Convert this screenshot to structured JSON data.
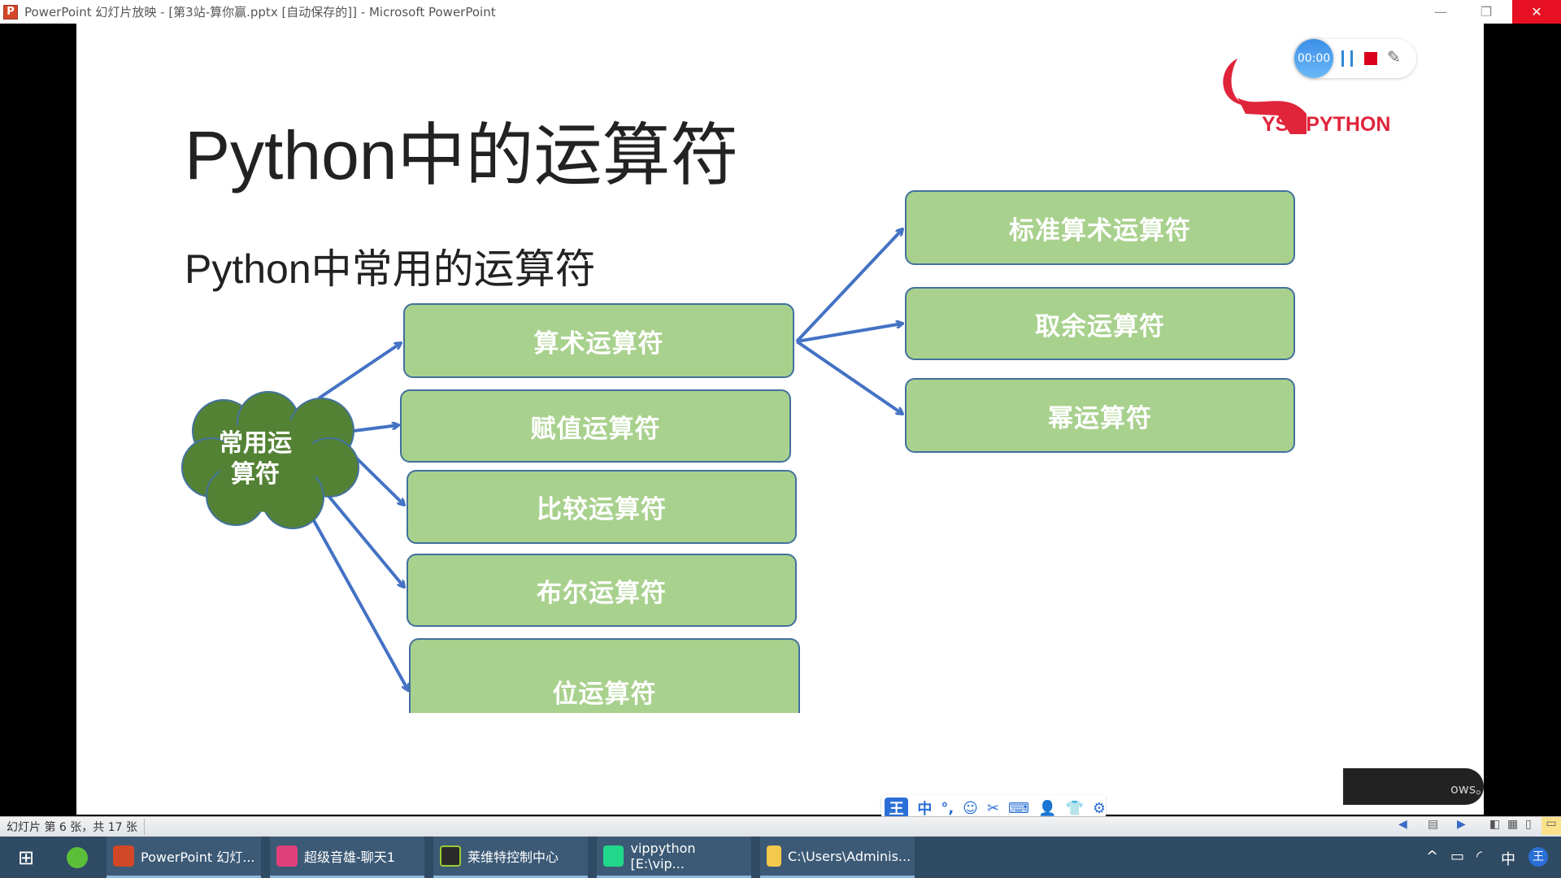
{
  "window": {
    "title": "PowerPoint 幻灯片放映 - [第3站-算你赢.pptx [自动保存的]] - Microsoft PowerPoint",
    "app_icon": "P"
  },
  "slide": {
    "title": "Python中的运算符",
    "subtitle": "Python中常用的运算符",
    "center_node": {
      "line1": "常用运",
      "line2": "算符"
    },
    "categories": [
      "算术运算符",
      "赋值运算符",
      "比较运算符",
      "布尔运算符",
      "位运算符"
    ],
    "arithmetic_children": [
      "标准算术运算符",
      "取余运算符",
      "幂运算符"
    ],
    "colors": {
      "box_fill": "#a9d18e",
      "box_border": "#41719c",
      "cloud": "#548235",
      "arrow": "#4472c4"
    }
  },
  "recorder": {
    "timer": "00:00"
  },
  "logo": {
    "text": "YSJ.PYTHON"
  },
  "overlay": {
    "partial_text": "ows。"
  },
  "ime": {
    "items": [
      "王",
      "中",
      "°,",
      "☺",
      "✂",
      "⌨",
      "👤",
      "👕",
      "⚙"
    ]
  },
  "statusbar": {
    "slide_info": "幻灯片 第 6 张，共 17 张"
  },
  "taskbar": {
    "items": [
      "PowerPoint 幻灯...",
      "超级音雄-聊天1",
      "莱维特控制中心",
      "vippython [E:\\vip...",
      "C:\\Users\\Adminis..."
    ],
    "tray": {
      "ime": "中"
    }
  }
}
